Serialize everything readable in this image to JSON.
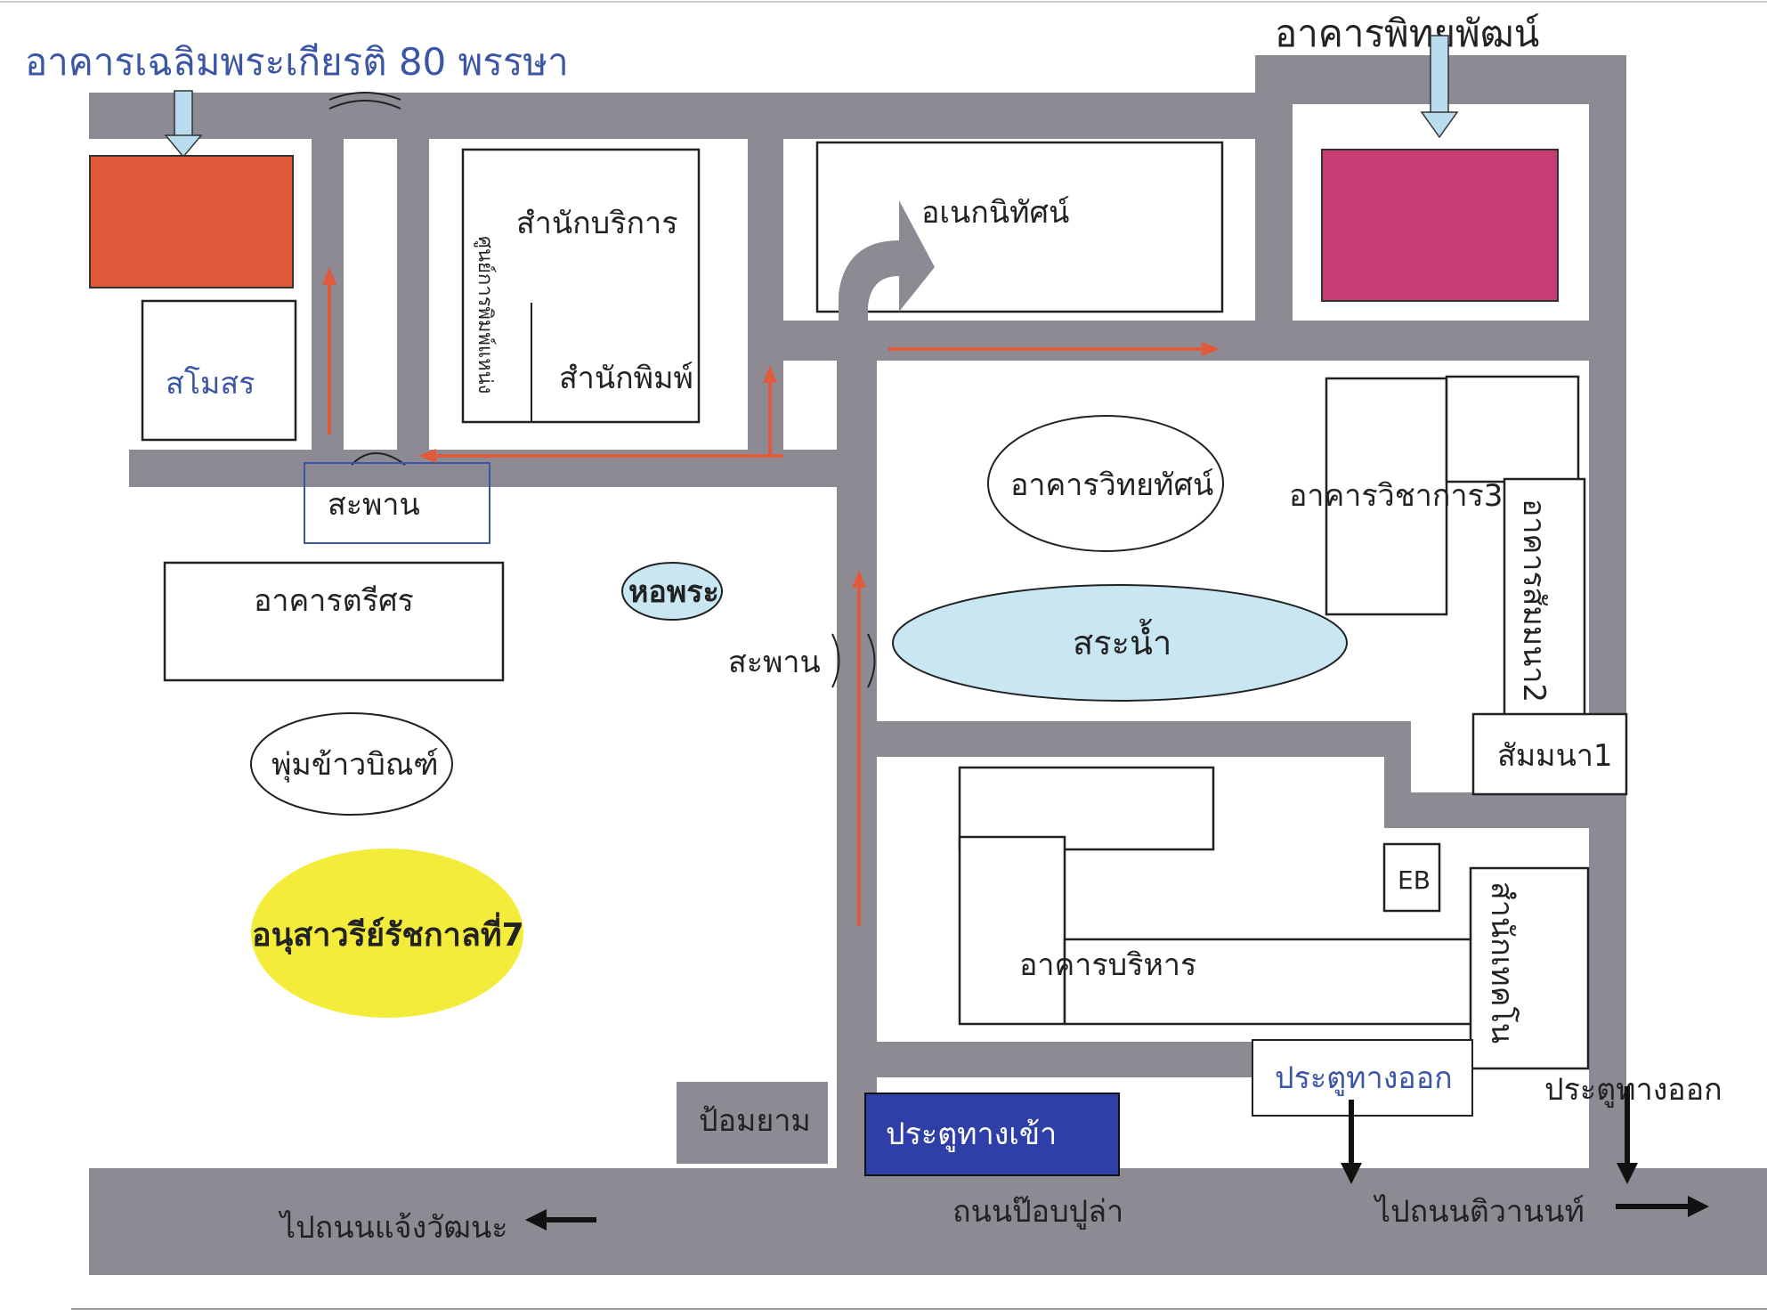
{
  "title_left": "อาคารเฉลิมพระเกียรติ 80 พรรษา",
  "title_right": "อาคารพิทยพัฒน์",
  "labels": {
    "samosorn": "สโมสร",
    "samnak_borikan": "สำนักบริการ",
    "print_center": "ศูนย์การพิมพ์แหน่ง",
    "samnak_pim": "สำนักพิมพ์",
    "anek": "อเนกนิทัศน์",
    "bridge_top": "สะพาน",
    "bridge_mid": "สะพาน",
    "trisorn": "อาคารตรีศร",
    "hoh_phra": "หอพระ",
    "pum_khao": "พุ่มข้าวบิณฑ์",
    "monument": "อนุสาวรีย์รัชกาลที่7",
    "wittayatat": "อาคารวิทยทัศน์",
    "pond": "สระน้ำ",
    "wichakan3": "อาคารวิชาการ3",
    "sammana2": "อาคารสัมมนา2",
    "sammana1": "สัมมนา1",
    "eb": "EB",
    "borihan": "อาคารบริหาร",
    "tech": "สำนักเทคโน",
    "exit_gate_1": "ประตูทางออก",
    "exit_gate_2": "ประตูทางออก",
    "guard_post": "ป้อมยาม",
    "entrance_gate": "ประตูทางเข้า",
    "to_chaengwattana": "ไปถนนแจ้งวัฒนะ",
    "road_pop": "ถนนป๊อบปูล่า",
    "to_tiwanon": "ไปถนนติวานนท์"
  },
  "colors": {
    "road": "#8e8a93",
    "building_80": "#e0583a",
    "building_pittaya": "#c93b73",
    "pond": "#c9e6f3",
    "monument": "#f4ec3a",
    "entrance": "#2f3fa8",
    "route_arrow": "#e05a3c",
    "callout_arrow": "#b9dcef"
  }
}
